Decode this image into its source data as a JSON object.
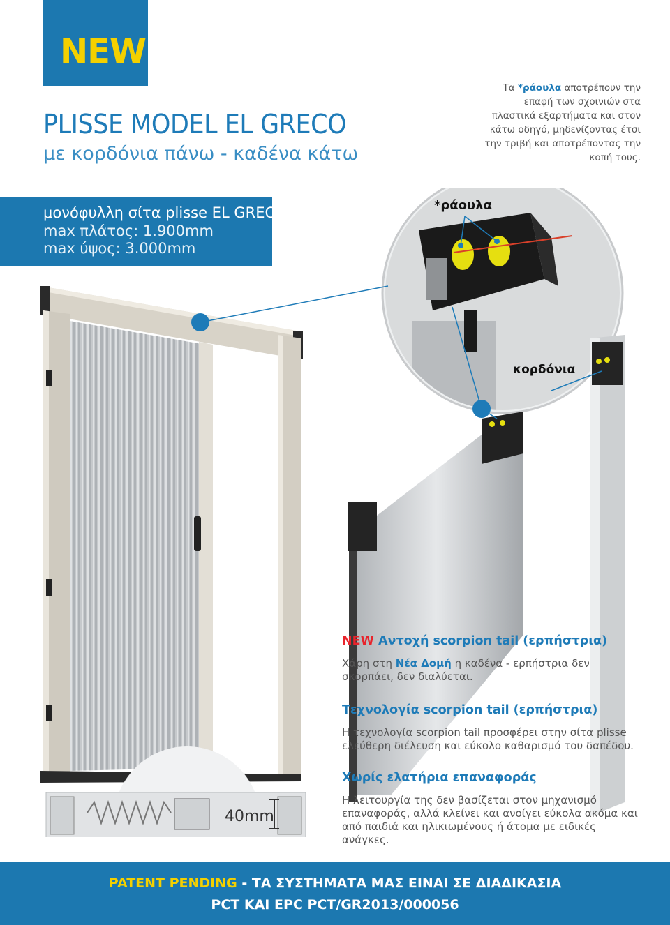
{
  "badge": "NEW",
  "title": "PLISSE MODEL EL GRECO",
  "subtitle": "με κορδόνια πάνω - καδένα κάτω",
  "spec": {
    "title": "μονόφυλλη σίτα plisse EL GRECO",
    "width": "max πλάτος: 1.900mm",
    "height": "max ύψος: 3.000mm"
  },
  "raoula_note": {
    "prefix": "Τα ",
    "term": "*ράουλα",
    "text": "αποτρέπουν την επαφή των σχοινιών στα πλαστικά εξαρτήματα και στον κάτω οδηγό, μηδενίζοντας έτσι την τριβή και αποτρέποντας την κοπή τους."
  },
  "callouts": {
    "raoula": "*ράουλα",
    "kordonia": "κορδόνια",
    "dimension": "40mm"
  },
  "sections": [
    {
      "tag": "NEW",
      "heading": " Αντοχή scorpion tail (ερπήστρια)",
      "text_a": "Χάρη στη ",
      "text_bold": "Νέα Δομή",
      "text_b": " η καδένα - ερπήστρια δεν σκορπάει, δεν διαλύεται."
    },
    {
      "heading": "Τεχνολογία scorpion tail (ερπήστρια)",
      "text": "Η τεχνολογία scorpion tail προσφέρει στην σίτα plisse ελεύθερη διέλευση και εύκολο καθαρισμό του δαπέδου."
    },
    {
      "heading": "Χωρίς ελατήρια επαναφοράς",
      "text": "Η λειτουργία της δεν βασίζεται στον μηχανισμό επαναφοράς, αλλά κλείνει και ανοίγει εύκολα ακόμα και από παιδιά και ηλικιωμένους ή άτομα με ειδικές ανάγκες."
    }
  ],
  "footer": {
    "highlight": "PATENT PENDING",
    "line1": " - ΤΑ ΣΥΣΤΗΜΑΤΑ ΜΑΣ ΕΙΝΑΙ ΣΕ ΔΙΑΔΙΚΑΣΙΑ",
    "line2": "PCT ΚΑΙ EPC PCT/GR2013/000056"
  },
  "colors": {
    "brand_blue": "#1c78b0",
    "accent_yellow": "#f4d000",
    "accent_red": "#e8232b"
  }
}
